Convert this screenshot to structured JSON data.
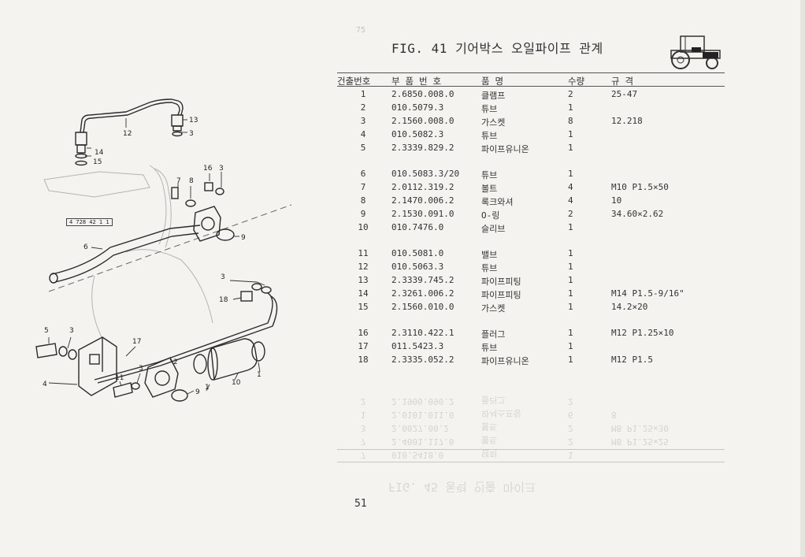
{
  "figure": {
    "title": "FIG. 41 기어박스 오일파이프 관계",
    "corner_mark": "75",
    "plate_label": "4 728 42 1 1"
  },
  "table": {
    "headers": {
      "no": "건출번호",
      "part_no": "부 품 번 호",
      "name": "품          명",
      "qty": "수량",
      "spec": "규          격"
    },
    "rows": [
      {
        "no": "1",
        "part_no": "2.6850.008.0",
        "name": "클램프",
        "qty": "2",
        "spec": "25-47"
      },
      {
        "no": "2",
        "part_no": "010.5079.3",
        "name": "튜브",
        "qty": "1",
        "spec": ""
      },
      {
        "no": "3",
        "part_no": "2.1560.008.0",
        "name": "가스켓",
        "qty": "8",
        "spec": "12.218"
      },
      {
        "no": "4",
        "part_no": "010.5082.3",
        "name": "튜브",
        "qty": "1",
        "spec": ""
      },
      {
        "no": "5",
        "part_no": "2.3339.829.2",
        "name": "파이프유니온",
        "qty": "1",
        "spec": ""
      },
      {
        "no": "6",
        "part_no": "010.5083.3/20",
        "name": "튜브",
        "qty": "1",
        "spec": ""
      },
      {
        "no": "7",
        "part_no": "2.0112.319.2",
        "name": "볼트",
        "qty": "4",
        "spec": "M10 P1.5×50"
      },
      {
        "no": "8",
        "part_no": "2.1470.006.2",
        "name": "록크와셔",
        "qty": "4",
        "spec": "10"
      },
      {
        "no": "9",
        "part_no": "2.1530.091.0",
        "name": "O-링",
        "qty": "2",
        "spec": "34.60×2.62"
      },
      {
        "no": "10",
        "part_no": "010.7476.0",
        "name": "슬리브",
        "qty": "1",
        "spec": ""
      },
      {
        "no": "11",
        "part_no": "010.5081.0",
        "name": "밸브",
        "qty": "1",
        "spec": ""
      },
      {
        "no": "12",
        "part_no": "010.5063.3",
        "name": "튜브",
        "qty": "1",
        "spec": ""
      },
      {
        "no": "13",
        "part_no": "2.3339.745.2",
        "name": "파이프피팅",
        "qty": "1",
        "spec": ""
      },
      {
        "no": "14",
        "part_no": "2.3261.006.2",
        "name": "파이프피팅",
        "qty": "1",
        "spec": "M14 P1.5-9/16\""
      },
      {
        "no": "15",
        "part_no": "2.1560.010.0",
        "name": "가스켓",
        "qty": "1",
        "spec": "14.2×20"
      },
      {
        "no": "16",
        "part_no": "2.3110.422.1",
        "name": "플러그",
        "qty": "1",
        "spec": "M12 P1.25×10"
      },
      {
        "no": "17",
        "part_no": "011.5423.3",
        "name": "튜브",
        "qty": "1",
        "spec": ""
      },
      {
        "no": "18",
        "part_no": "2.3335.052.2",
        "name": "파이프유니온",
        "qty": "1",
        "spec": "M12 P1.5"
      }
    ]
  },
  "bleed_through": {
    "rows": [
      {
        "no": "7",
        "part_no": "010.5418.0",
        "name": "댐퍼",
        "qty": "1",
        "spec": ""
      },
      {
        "no": "7",
        "part_no": "2.4001.117.0",
        "name": "볼트",
        "qty": "2",
        "spec": "M8 P1.25×25"
      },
      {
        "no": "3",
        "part_no": "2.0027.00.2",
        "name": "볼트",
        "qty": "2",
        "spec": "M8 P1.25×30"
      },
      {
        "no": "1",
        "part_no": "2.0101.011.0",
        "name": "와셔스프링",
        "qty": "6",
        "spec": "8"
      },
      {
        "no": "2",
        "part_no": "2.1900.090.2",
        "name": "플러그",
        "qty": "2",
        "spec": ""
      }
    ],
    "title": "FIG. 45 동력 인출 마이크"
  },
  "page_number": "51",
  "callouts": [
    "12",
    "13",
    "3",
    "14",
    "15",
    "16",
    "3",
    "7",
    "8",
    "9",
    "6",
    "3",
    "18",
    "5",
    "3",
    "17",
    "4",
    "11",
    "3",
    "2",
    "9",
    "1",
    "10",
    "1"
  ]
}
